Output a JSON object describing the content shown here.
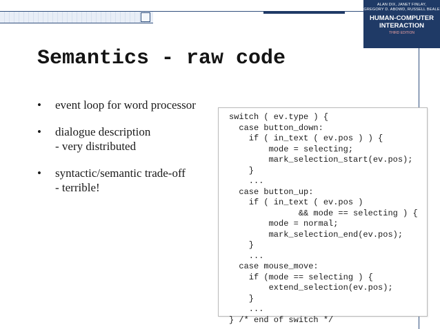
{
  "slide": {
    "title": "Semantics - raw code",
    "bullets": [
      {
        "marker": "•",
        "text": "event loop for word processor",
        "sub": ""
      },
      {
        "marker": "•",
        "text": "dialogue description",
        "sub": "- very distributed"
      },
      {
        "marker": "•",
        "text": "syntactic/semantic trade-off",
        "sub": "- terrible!"
      }
    ],
    "code_lines": [
      "switch ( ev.type ) {",
      "  case button_down:",
      "    if ( in_text ( ev.pos ) ) {",
      "        mode = selecting;",
      "        mark_selection_start(ev.pos);",
      "    }",
      "    ...",
      "  case button_up:",
      "    if ( in_text ( ev.pos )",
      "              && mode == selecting ) {",
      "        mode = normal;",
      "        mark_selection_end(ev.pos);",
      "    }",
      "    ...",
      "  case mouse_move:",
      "    if (mode == selecting ) {",
      "        extend_selection(ev.pos);",
      "    }",
      "    ...",
      "} /* end of switch */"
    ]
  },
  "logo": {
    "authors_line1": "ALAN DIX, JANET FINLAY,",
    "authors_line2": "GREGORY D. ABOWD, RUSSELL BEALE",
    "title_line1": "HUMAN-COMPUTER",
    "title_line2": "INTERACTION",
    "edition": "THIRD EDITION"
  },
  "colors": {
    "brand_navy": "#1f3a66",
    "edition_pink": "#f0a3a3"
  }
}
